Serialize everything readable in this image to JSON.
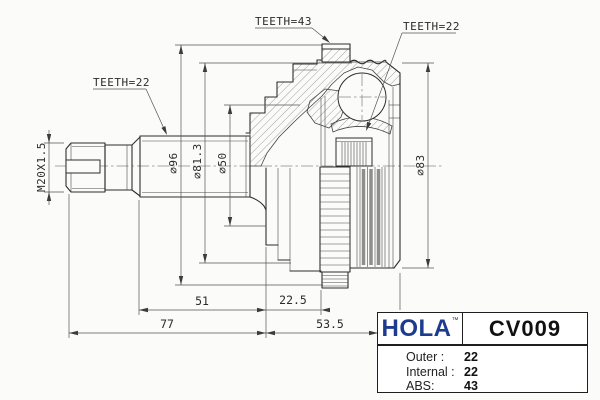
{
  "drawing": {
    "callouts": {
      "teeth_left": "TEETH=22",
      "teeth_abs": "TEETH=43",
      "teeth_right": "TEETH=22"
    },
    "dimensions": {
      "thread": "M20X1.5",
      "dia_abs_ring": "∅96",
      "dia_mid": "∅81.3",
      "dia_inner": "∅50",
      "dia_right": "∅83",
      "len_spline": "51",
      "len_groove": "22.5",
      "len_shaft": "77",
      "len_body": "53.5"
    }
  },
  "info_table": {
    "brand": "HOLA",
    "trademark": "™",
    "part_number": "CV009",
    "specs": [
      {
        "label": "Outer :",
        "value": "22"
      },
      {
        "label": "Internal :",
        "value": "22"
      },
      {
        "label": "ABS:",
        "value": "43"
      }
    ]
  },
  "colors": {
    "brand_blue": "#1d3c8f",
    "line": "#2e2e2e"
  }
}
